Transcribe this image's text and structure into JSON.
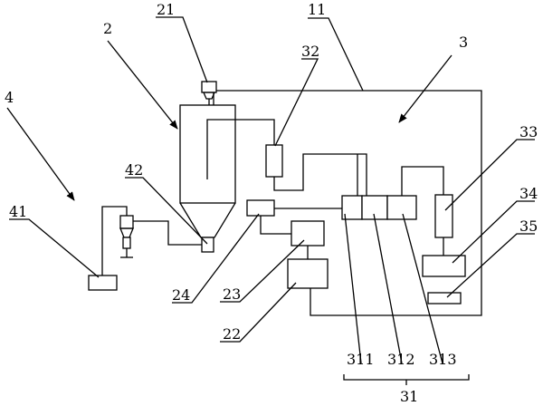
{
  "labels": {
    "l2": "2",
    "l21": "21",
    "l11": "11",
    "l32": "32",
    "l3": "3",
    "l4": "4",
    "l42": "42",
    "l41": "41",
    "l33": "33",
    "l34": "34",
    "l35": "35",
    "l24": "24",
    "l23": "23",
    "l22": "22",
    "l311": "311",
    "l312": "312",
    "l313": "313",
    "l31": "31"
  }
}
